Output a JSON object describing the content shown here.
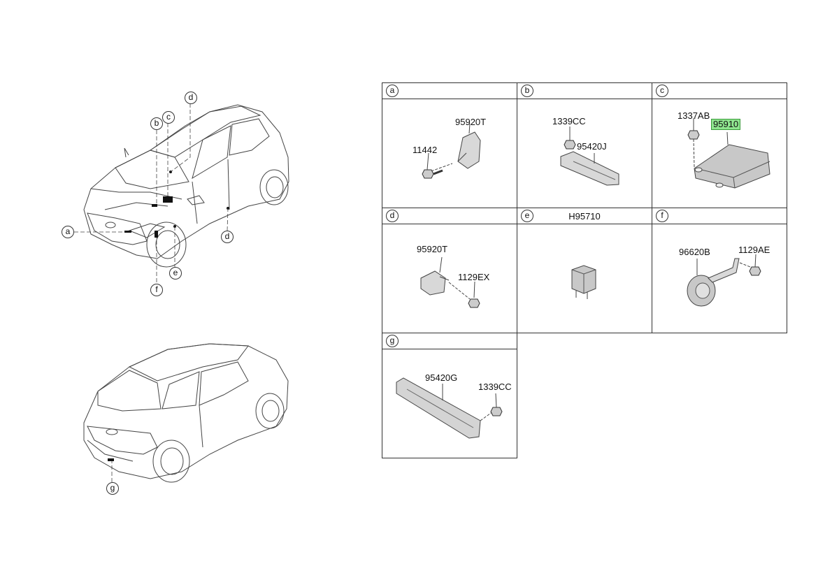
{
  "car_callouts": [
    "a",
    "b",
    "c",
    "d",
    "d",
    "e",
    "f",
    "g"
  ],
  "cells": [
    {
      "id": "a",
      "title": "",
      "parts": [
        "95920T",
        "11442"
      ]
    },
    {
      "id": "b",
      "title": "",
      "parts": [
        "1339CC",
        "95420J"
      ]
    },
    {
      "id": "c",
      "title": "",
      "parts": [
        "1337AB",
        "95910"
      ]
    },
    {
      "id": "d",
      "title": "",
      "parts": [
        "95920T",
        "1129EX"
      ]
    },
    {
      "id": "e",
      "title": "H95710",
      "parts": []
    },
    {
      "id": "f",
      "title": "",
      "parts": [
        "96620B",
        "1129AE"
      ]
    },
    {
      "id": "g",
      "title": "",
      "parts": [
        "95420G",
        "1339CC"
      ]
    }
  ],
  "highlight_color": "#8fe58f"
}
